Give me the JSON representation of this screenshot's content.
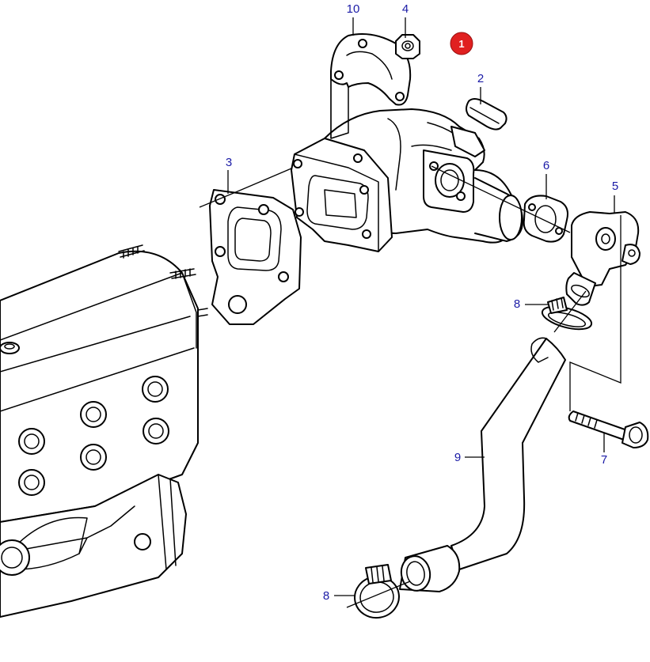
{
  "colors": {
    "line": "#000000",
    "callout": "#1a1aa6",
    "badge": "#e02020",
    "badge_text": "#ffffff",
    "background": "#ffffff"
  },
  "badge": {
    "label": "1"
  },
  "callouts": {
    "c10": "10",
    "c4": "4",
    "c2": "2",
    "c3": "3",
    "c6": "6",
    "c5": "5",
    "c8a": "8",
    "c9": "9",
    "c7": "7",
    "c8b": "8"
  }
}
